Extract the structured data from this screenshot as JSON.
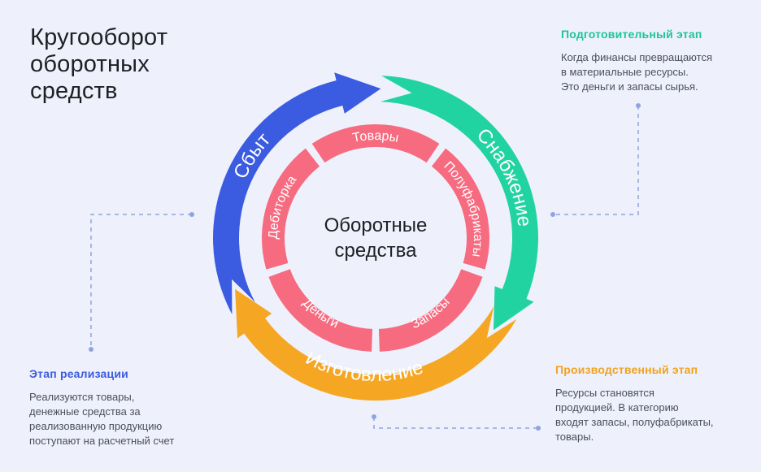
{
  "title": "Кругооборот\nоборотных\nсредств",
  "center_label": [
    "Оборотные",
    "средства"
  ],
  "colors": {
    "background": "#EEF1FB",
    "supply": "#22D3A2",
    "production": "#F5A623",
    "sales": "#3B5BE0",
    "inner": "#F66B80",
    "dots": "#8FA3E0"
  },
  "outer_segments": [
    {
      "key": "supply",
      "label": "Снабжение"
    },
    {
      "key": "production",
      "label": "Изготовление"
    },
    {
      "key": "sales",
      "label": "Сбыт"
    }
  ],
  "inner_segments": [
    "Товары",
    "Полуфабрикаты",
    "Запасы",
    "Деньги",
    "Дебиторка"
  ],
  "notes": {
    "prep": {
      "heading": "Подготовительный этап",
      "text": "Когда финансы превращаются\nв материальные ресурсы.\nЭто деньги и запасы сырья."
    },
    "prod": {
      "heading": "Производственный этап",
      "text": "Ресурсы становятся\nпродукцией. В категорию\nвходят запасы, полуфабрикаты,\nтовары."
    },
    "sale": {
      "heading": "Этап реализации",
      "text": "Реализуются товары,\nденежные средства за\nреализованную продукцию\nпоступают на расчетный счет"
    }
  }
}
